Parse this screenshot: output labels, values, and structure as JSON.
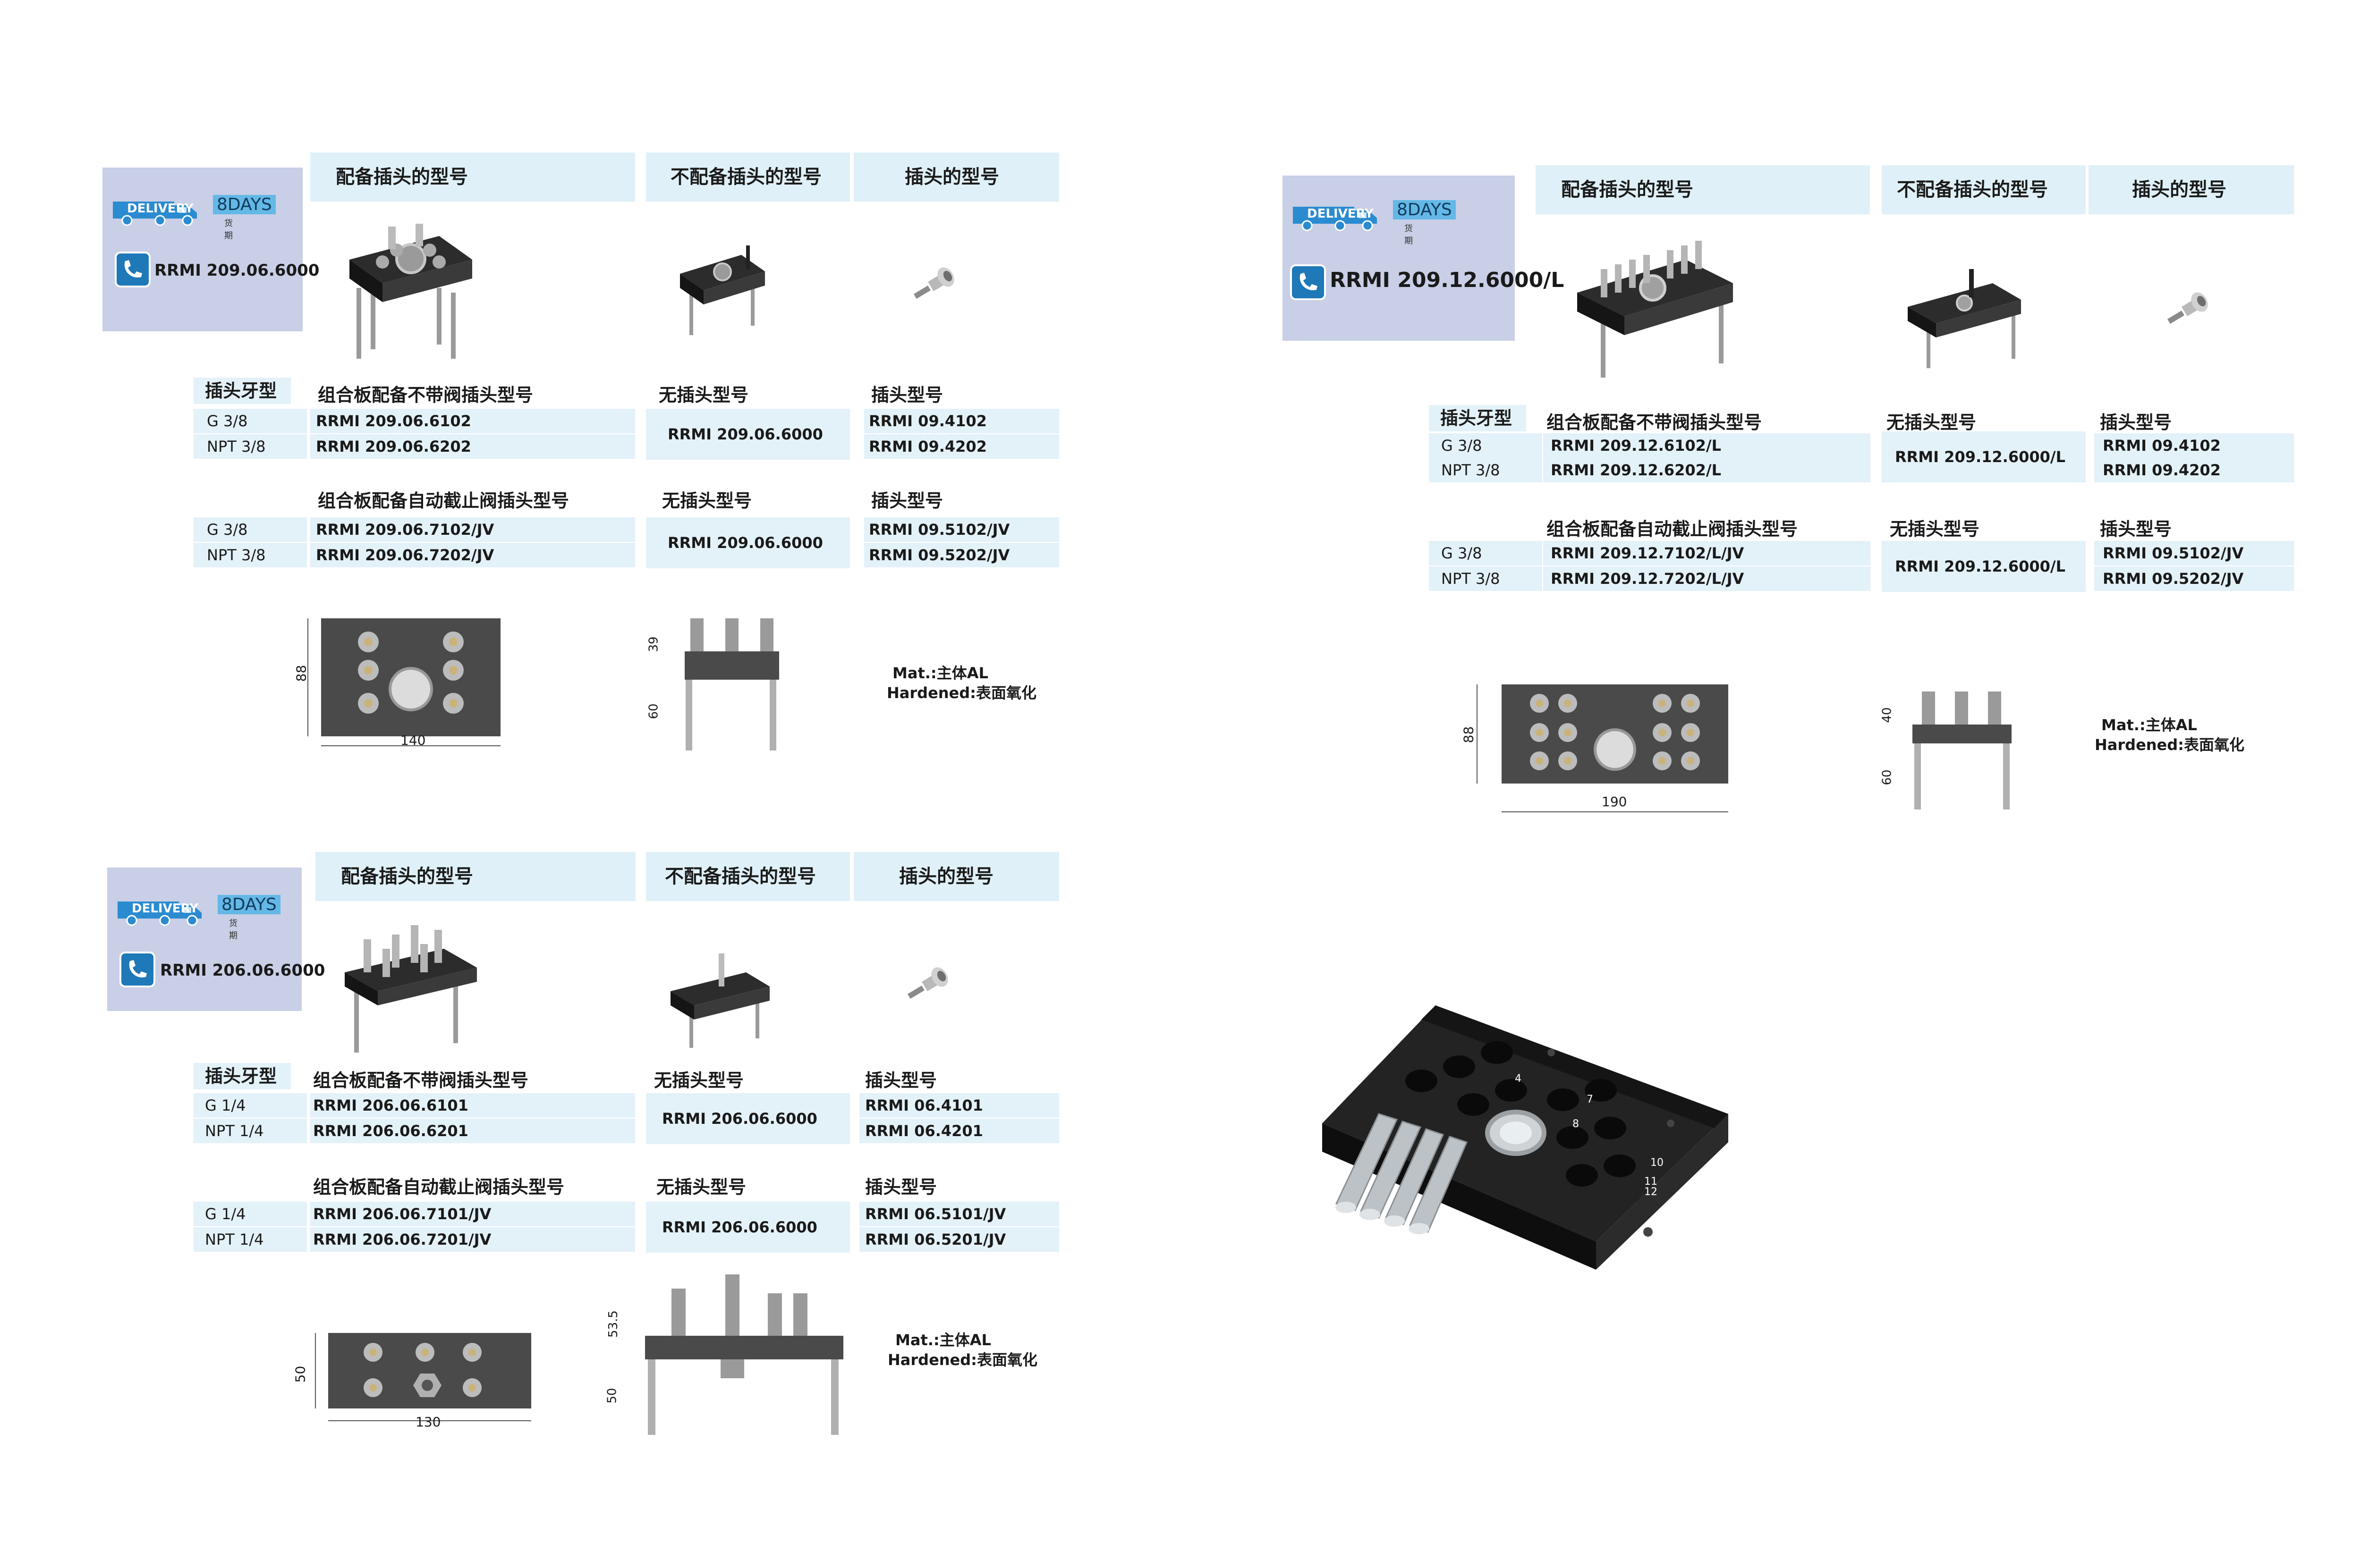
{
  "delivery": {
    "badge": "DELIVERY",
    "days": "8DAYS",
    "sub": "货　期"
  },
  "column_headers": {
    "with_plug": "配备插头的型号",
    "without_plug": "不配备插头的型号",
    "plug": "插头的型号"
  },
  "table_headers": {
    "thread": "插头牙型",
    "combo_no_valve": "组合板配备不带阀插头型号",
    "combo_auto_valve": "组合板配备自动截止阀插头型号",
    "no_plug": "无插头型号",
    "plug_no": "插头型号"
  },
  "material": {
    "mat": "Mat.:主体AL",
    "hardened": "Hardened:表面氧化"
  },
  "panels": [
    {
      "code": "RRMI 209.06.6000",
      "t1": {
        "threads": [
          "G 3/8",
          "NPT 3/8"
        ],
        "combo": [
          "RRMI 209.06.6102",
          "RRMI 209.06.6202"
        ],
        "noplug": "RRMI 209.06.6000",
        "plug": [
          "RRMI 09.4102",
          "RRMI 09.4202"
        ]
      },
      "t2": {
        "threads": [
          "G 3/8",
          "NPT 3/8"
        ],
        "combo": [
          "RRMI 209.06.7102/JV",
          "RRMI 209.06.7202/JV"
        ],
        "noplug": "RRMI 209.06.6000",
        "plug": [
          "RRMI 09.5102/JV",
          "RRMI 09.5202/JV"
        ]
      },
      "dims": {
        "height": "88",
        "width": "140",
        "upper": "39",
        "lower": "60"
      }
    },
    {
      "code": "RRMI 206.06.6000",
      "t1": {
        "threads": [
          "G 1/4",
          "NPT 1/4"
        ],
        "combo": [
          "RRMI 206.06.6101",
          "RRMI 206.06.6201"
        ],
        "noplug": "RRMI 206.06.6000",
        "plug": [
          "RRMI 06.4101",
          "RRMI 06.4201"
        ]
      },
      "t2": {
        "threads": [
          "G 1/4",
          "NPT 1/4"
        ],
        "combo": [
          "RRMI 206.06.7101/JV",
          "RRMI 206.06.7201/JV"
        ],
        "noplug": "RRMI 206.06.6000",
        "plug": [
          "RRMI 06.5101/JV",
          "RRMI 06.5201/JV"
        ]
      },
      "dims": {
        "height": "50",
        "width": "130",
        "upper": "53.5",
        "lower": "50"
      }
    },
    {
      "code": "RRMI 209.12.6000/L",
      "t1": {
        "threads": [
          "G 3/8",
          "NPT 3/8"
        ],
        "combo": [
          "RRMI 209.12.6102/L",
          "RRMI 209.12.6202/L"
        ],
        "noplug": "RRMI 209.12.6000/L",
        "plug": [
          "RRMI 09.4102",
          "RRMI 09.4202"
        ]
      },
      "t2": {
        "threads": [
          "G 3/8",
          "NPT 3/8"
        ],
        "combo": [
          "RRMI 209.12.7102/L/JV",
          "RRMI 209.12.7202/L/JV"
        ],
        "noplug": "RRMI 209.12.6000/L",
        "plug": [
          "RRMI 09.5102/JV",
          "RRMI 09.5202/JV"
        ]
      },
      "dims": {
        "height": "88",
        "width": "190",
        "upper": "40",
        "lower": "60"
      }
    }
  ],
  "photo_labels": [
    "4",
    "7",
    "8",
    "10",
    "11",
    "12"
  ]
}
